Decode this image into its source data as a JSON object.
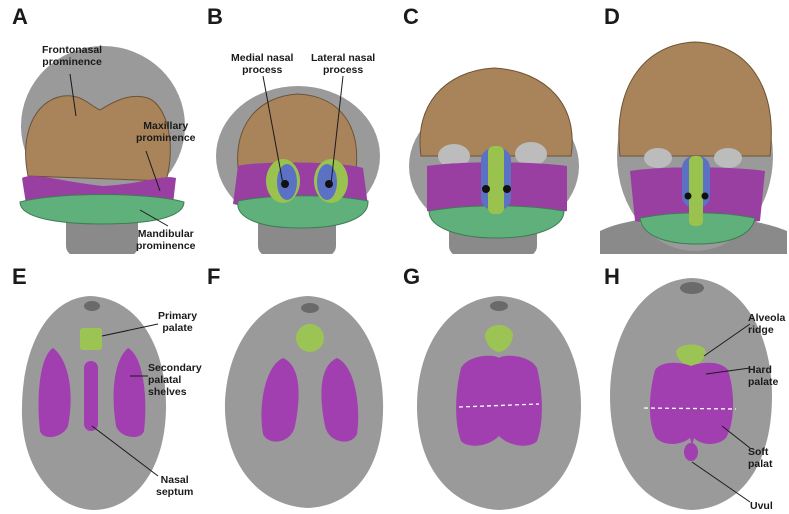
{
  "panels": {
    "A": {
      "letter": "A",
      "frontonasal": "Frontonasal\nprominence",
      "maxillary": "Maxillary\nprominence",
      "mandibular": "Mandibular\nprominence"
    },
    "B": {
      "letter": "B",
      "medial_nasal": "Medial nasal\nprocess",
      "lateral_nasal": "Lateral nasal\nprocess"
    },
    "C": {
      "letter": "C"
    },
    "D": {
      "letter": "D"
    },
    "E": {
      "letter": "E",
      "primary_palate": "Primary\npalate",
      "secondary_palatal": "Secondary\npalatal\nshelves",
      "nasal_septum": "Nasal\nseptum"
    },
    "F": {
      "letter": "F"
    },
    "G": {
      "letter": "G"
    },
    "H": {
      "letter": "H",
      "alveolar": "Alveola\nridge",
      "hard_palate": "Hard\npalate",
      "soft_palate": "Soft\npalat",
      "uvula": "Uvul"
    }
  },
  "colors": {
    "frontonasal": "#a9845a",
    "maxillary": "#9a3fa2",
    "mandibular": "#5fb07a",
    "medial_nasal": "#5b72c4",
    "lateral_nasal": "#9ac24f",
    "head_gray": "#8e8e8e",
    "palate_purple": "#a13fb0",
    "primary_palate_green": "#9cc455"
  }
}
